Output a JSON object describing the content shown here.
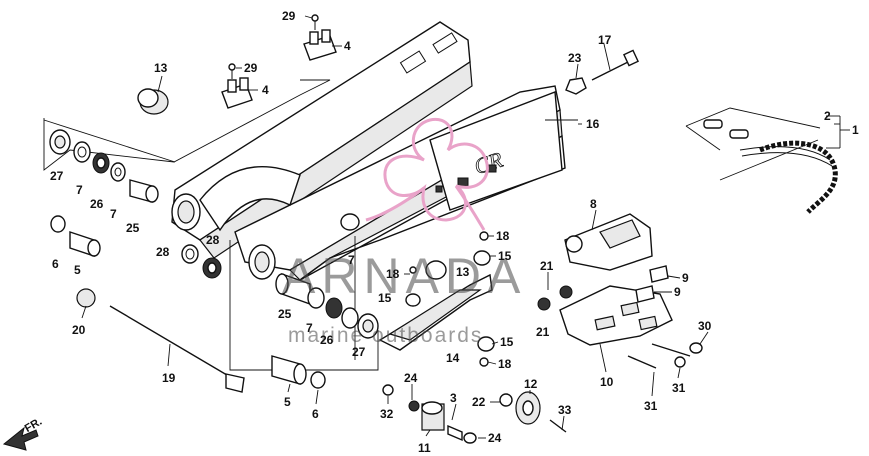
{
  "diagram": {
    "callouts": [
      {
        "id": "c29a",
        "text": "29"
      },
      {
        "id": "c4a",
        "text": "4"
      },
      {
        "id": "c29b",
        "text": "29"
      },
      {
        "id": "c4b",
        "text": "4"
      },
      {
        "id": "c13a",
        "text": "13"
      },
      {
        "id": "c23",
        "text": "23"
      },
      {
        "id": "c17",
        "text": "17"
      },
      {
        "id": "c16",
        "text": "16"
      },
      {
        "id": "c2",
        "text": "2"
      },
      {
        "id": "c1",
        "text": "1"
      },
      {
        "id": "c27a",
        "text": "27"
      },
      {
        "id": "c7a",
        "text": "7"
      },
      {
        "id": "c26a",
        "text": "26"
      },
      {
        "id": "c7b",
        "text": "7"
      },
      {
        "id": "c25a",
        "text": "25"
      },
      {
        "id": "c8",
        "text": "8"
      },
      {
        "id": "c6a",
        "text": "6"
      },
      {
        "id": "c5a",
        "text": "5"
      },
      {
        "id": "c28a",
        "text": "28"
      },
      {
        "id": "c28b",
        "text": "28"
      },
      {
        "id": "c18a",
        "text": "18"
      },
      {
        "id": "c15a",
        "text": "15"
      },
      {
        "id": "c18b",
        "text": "18"
      },
      {
        "id": "c13b",
        "text": "13"
      },
      {
        "id": "c7c",
        "text": "7"
      },
      {
        "id": "c21a",
        "text": "21"
      },
      {
        "id": "c9a",
        "text": "9"
      },
      {
        "id": "c9b",
        "text": "9"
      },
      {
        "id": "c15b",
        "text": "15"
      },
      {
        "id": "c20",
        "text": "20"
      },
      {
        "id": "c25b",
        "text": "25"
      },
      {
        "id": "c7d",
        "text": "7"
      },
      {
        "id": "c26b",
        "text": "26"
      },
      {
        "id": "c27b",
        "text": "27"
      },
      {
        "id": "c21b",
        "text": "21"
      },
      {
        "id": "c30",
        "text": "30"
      },
      {
        "id": "c14",
        "text": "14"
      },
      {
        "id": "c15c",
        "text": "15"
      },
      {
        "id": "c18c",
        "text": "18"
      },
      {
        "id": "c10",
        "text": "10"
      },
      {
        "id": "c31a",
        "text": "31"
      },
      {
        "id": "c19",
        "text": "19"
      },
      {
        "id": "c24a",
        "text": "24"
      },
      {
        "id": "c3",
        "text": "3"
      },
      {
        "id": "c12",
        "text": "12"
      },
      {
        "id": "c5b",
        "text": "5"
      },
      {
        "id": "c6b",
        "text": "6"
      },
      {
        "id": "c32",
        "text": "32"
      },
      {
        "id": "c22",
        "text": "22"
      },
      {
        "id": "c33",
        "text": "33"
      },
      {
        "id": "c31b",
        "text": "31"
      },
      {
        "id": "c11",
        "text": "11"
      },
      {
        "id": "c24b",
        "text": "24"
      }
    ],
    "direction_label": "FR."
  },
  "watermark": {
    "brand": "ARNADA",
    "tagline": "marine outboards",
    "color": "#e9a3c9"
  }
}
